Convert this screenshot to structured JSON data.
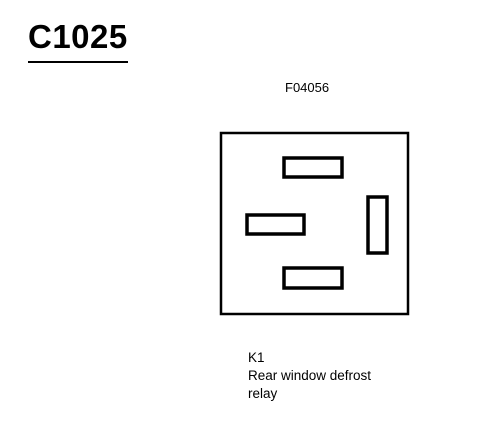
{
  "connector": {
    "id": "C1025",
    "figure_ref": "F04056"
  },
  "component": {
    "code": "K1",
    "description_line1": "Rear window defrost",
    "description_line2": "relay"
  },
  "colors": {
    "ink": "#000000",
    "background": "#ffffff"
  }
}
